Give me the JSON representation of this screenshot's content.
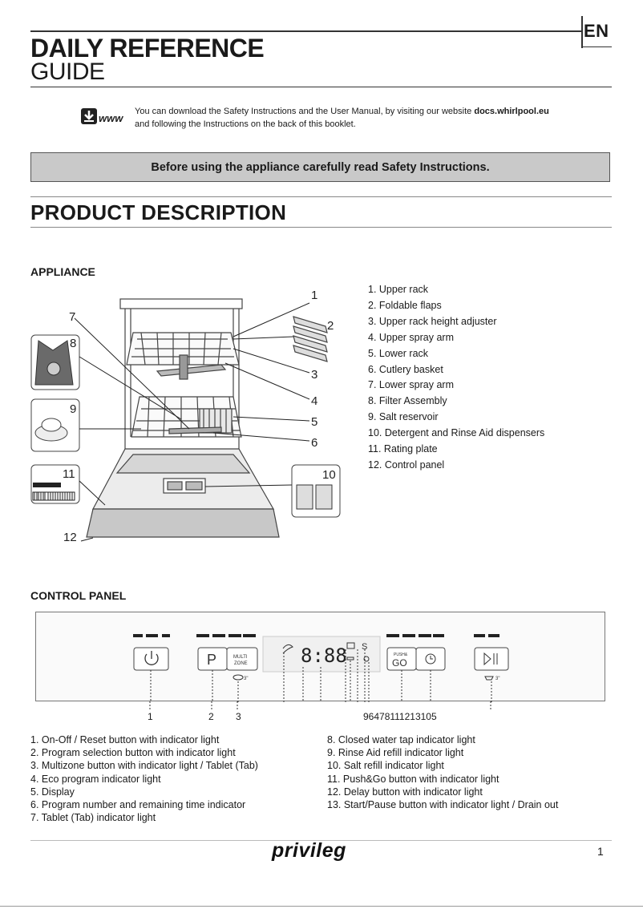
{
  "header": {
    "language": "EN",
    "title_line1": "DAILY REFERENCE",
    "title_line2": "GUIDE"
  },
  "download": {
    "icon": "download-www-icon",
    "icon_label": "www",
    "line1_prefix": "You can download the Safety Instructions and the User Manual, by visiting our website ",
    "website": "docs.whirlpool.eu",
    "line2": "and following the Instructions on the back of this booklet."
  },
  "banner": "Before using the appliance carefully read Safety Instructions.",
  "product_description": {
    "title": "PRODUCT  DESCRIPTION",
    "appliance_heading": "APPLIANCE",
    "callouts": [
      "1",
      "2",
      "3",
      "4",
      "5",
      "6",
      "7",
      "8",
      "9",
      "10",
      "11",
      "12"
    ],
    "parts": [
      "1.  Upper rack",
      "2.  Foldable flaps",
      "3.  Upper rack height adjuster",
      "4.  Upper spray arm",
      "5.  Lower rack",
      "6.  Cutlery basket",
      "7.  Lower spray arm",
      "8.  Filter Assembly",
      "9.  Salt reservoir",
      "10.  Detergent and Rinse Aid dispensers",
      "11.  Rating plate",
      "12.  Control panel"
    ]
  },
  "control_panel": {
    "heading": "CONTROL PANEL",
    "program_button": "P",
    "multizone_label": "MULTI\nZONE",
    "display_digits": "8:88",
    "display_s": "S",
    "pushgo_top": "PUSH&",
    "pushgo_main": "GO",
    "numbers_left": [
      "1",
      "2",
      "3"
    ],
    "numbers_right": "96478111213105",
    "items_left": [
      "1.  On-Off / Reset button with indicator light",
      "2.  Program selection button with indicator light",
      "3.  Multizone button with indicator light / Tablet (Tab)",
      "4.  Eco program indicator light",
      "5.  Display",
      "6.  Program number and remaining time indicator",
      "7.  Tablet (Tab) indicator light"
    ],
    "items_right": [
      "8.  Closed water tap indicator light",
      "9.  Rinse Aid refill indicator light",
      "10.  Salt refill indicator light",
      "11.  Push&Go button with indicator light",
      "12.  Delay button with indicator light",
      "13.  Start/Pause button with indicator light / Drain out"
    ]
  },
  "footer": {
    "brand": "privileg",
    "page_number": "1"
  }
}
